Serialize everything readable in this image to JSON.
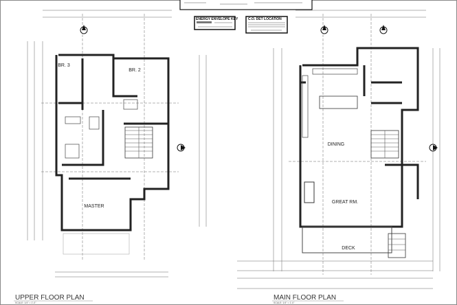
{
  "legend": {
    "energy_key_title": "ENERGY ENVELOPE KEY",
    "co_det_title": "C.O. DET LOCATION"
  },
  "upper_plan": {
    "title": "UPPER FLOOR PLAN",
    "scale": "SCALE: 1/4\" = 1'-0\"",
    "rooms": [
      "BR. 3",
      "BR. 2",
      "MASTER"
    ]
  },
  "main_plan": {
    "title": "MAIN FLOOR PLAN",
    "scale": "SCALE: 1/4\" = 1'-0\"",
    "rooms": [
      "DINING",
      "GREAT RM.",
      "DECK"
    ]
  }
}
